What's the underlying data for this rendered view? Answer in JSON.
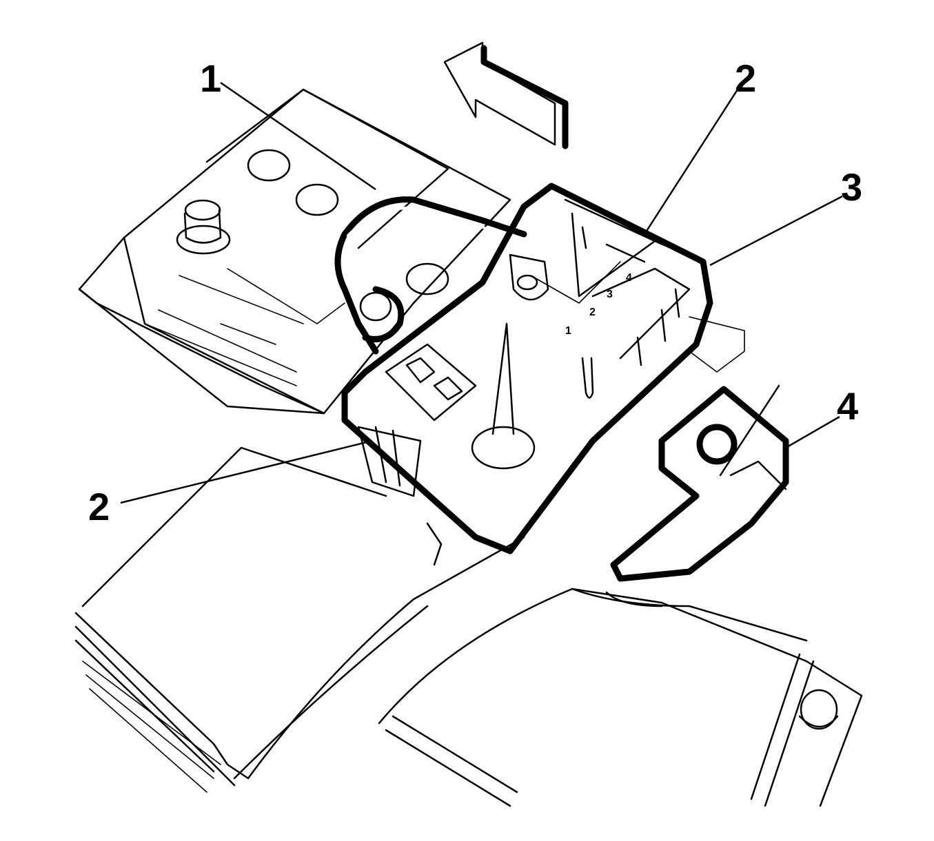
{
  "callouts": [
    {
      "id": "c1",
      "label": "1"
    },
    {
      "id": "c2a",
      "label": "2"
    },
    {
      "id": "c3",
      "label": "3"
    },
    {
      "id": "c4",
      "label": "4"
    },
    {
      "id": "c2b",
      "label": "2"
    }
  ],
  "colors": {
    "ink": "#000000",
    "paper": "#ffffff"
  }
}
